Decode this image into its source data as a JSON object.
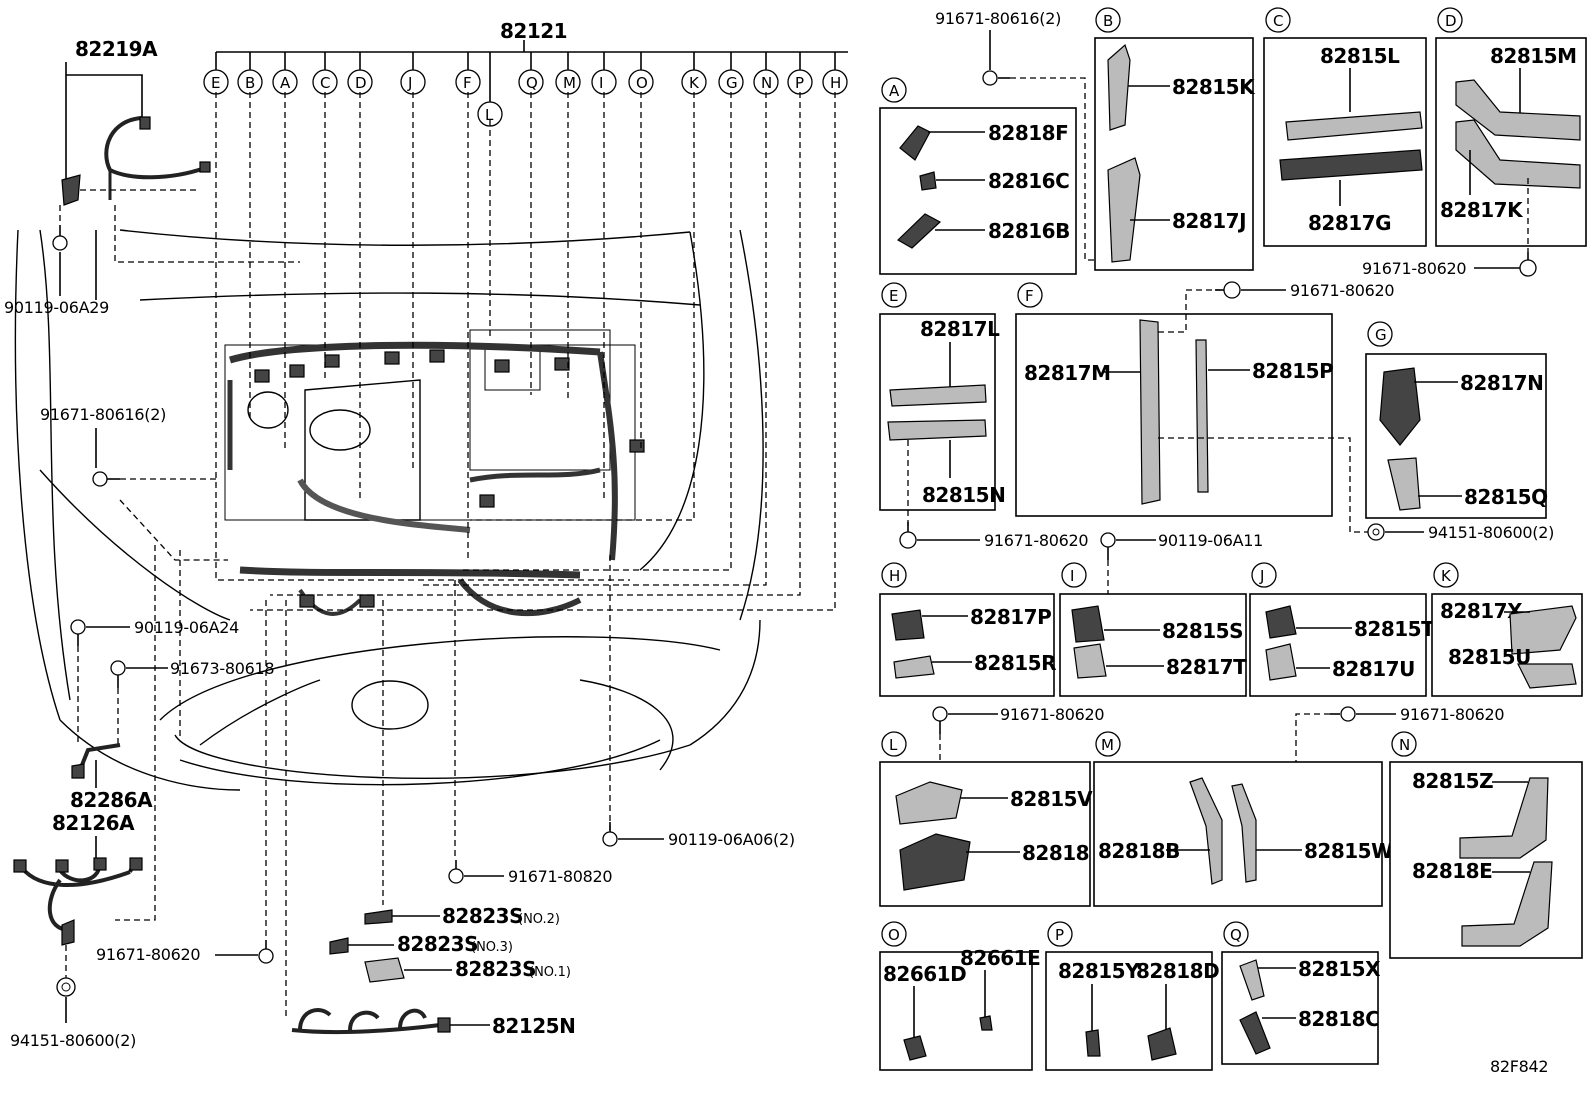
{
  "main": {
    "harness": "82121",
    "letters": [
      "E",
      "B",
      "A",
      "C",
      "D",
      "J",
      "F",
      "L",
      "Q",
      "M",
      "I",
      "O",
      "K",
      "G",
      "N",
      "P",
      "H"
    ]
  },
  "left": {
    "p82219A": "82219A",
    "p90119_06A29": "90119-06A29",
    "p91671_80616": "91671-80616(2)",
    "p90119_06A24": "90119-06A24",
    "p91673_80618": "91673-80618",
    "p82286A": "82286A",
    "p82126A": "82126A",
    "p91671_80620": "91671-80620",
    "p94151_80600": "94151-80600(2)",
    "p90119_06A06": "90119-06A06(2)",
    "p91671_80820": "91671-80820",
    "p82823S_no2": "82823S",
    "p82823S_no3": "82823S",
    "p82823S_no1": "82823S",
    "no2": "(NO.2)",
    "no3": "(NO.3)",
    "no1": "(NO.1)",
    "p82125N": "82125N"
  },
  "right": {
    "top_bolt": "91671-80616(2)",
    "A": {
      "letter": "A",
      "p1": "82818F",
      "p2": "82816C",
      "p3": "82816B"
    },
    "B": {
      "letter": "B",
      "p1": "82815K",
      "p2": "82817J"
    },
    "C": {
      "letter": "C",
      "p1": "82815L",
      "p2": "82817G"
    },
    "D": {
      "letter": "D",
      "p1": "82815M",
      "p2": "82817K"
    },
    "bolt_d": "91671-80620",
    "E": {
      "letter": "E",
      "p1": "82817L",
      "p2": "82815N"
    },
    "F": {
      "letter": "F",
      "p1": "82817M",
      "p2": "82815P"
    },
    "bolt_f": "91671-80620",
    "G": {
      "letter": "G",
      "p1": "82817N",
      "p2": "82815Q"
    },
    "bolt_e": "91671-80620",
    "bolt_i": "90119-06A11",
    "bolt_g": "94151-80600(2)",
    "H": {
      "letter": "H",
      "p1": "82817P",
      "p2": "82815R"
    },
    "I": {
      "letter": "I",
      "p1": "82815S",
      "p2": "82817T"
    },
    "J": {
      "letter": "J",
      "p1": "82815T",
      "p2": "82817U"
    },
    "K": {
      "letter": "K",
      "p1": "82817X",
      "p2": "82815U"
    },
    "bolt_l": "91671-80620",
    "bolt_m": "91671-80620",
    "L": {
      "letter": "L",
      "p1": "82815V",
      "p2": "82818"
    },
    "M": {
      "letter": "M",
      "p1": "82818B",
      "p2": "82815W"
    },
    "N": {
      "letter": "N",
      "p1": "82815Z",
      "p2": "82818E"
    },
    "O": {
      "letter": "O",
      "p1": "82661D",
      "p2": "82661E"
    },
    "P": {
      "letter": "P",
      "p1": "82815Y",
      "p2": "82818D"
    },
    "Q": {
      "letter": "Q",
      "p1": "82815X",
      "p2": "82818C"
    }
  },
  "figure_code": "82F842"
}
